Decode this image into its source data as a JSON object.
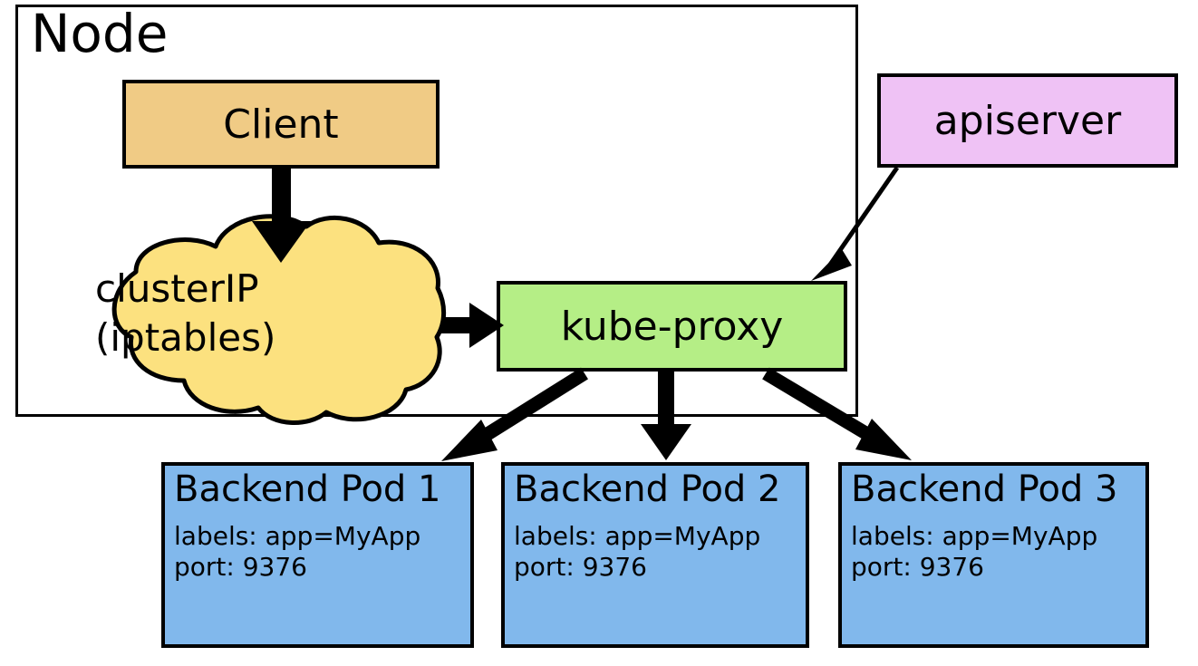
{
  "diagram": {
    "title_label": "Node",
    "colors": {
      "client_fill": "#F0CB85",
      "apiserver_fill": "#EFC2F5",
      "kubeproxy_fill": "#B5EE86",
      "cloud_fill": "#FCE17F",
      "pod_fill": "#81B8EC",
      "stroke": "#000000",
      "background": "#FFFFFF"
    },
    "nodes": {
      "client": {
        "label": "Client"
      },
      "apiserver": {
        "label": "apiserver"
      },
      "kube_proxy": {
        "label": "kube-proxy"
      },
      "cluster_ip": {
        "line1": "clusterIP",
        "line2": "(iptables)"
      }
    },
    "pods": [
      {
        "title": "Backend Pod 1",
        "labels": "labels: app=MyApp",
        "port": "port: 9376"
      },
      {
        "title": "Backend Pod 2",
        "labels": "labels: app=MyApp",
        "port": "port: 9376"
      },
      {
        "title": "Backend Pod 3",
        "labels": "labels: app=MyApp",
        "port": "port: 9376"
      }
    ],
    "edges": [
      {
        "from": "client",
        "to": "cluster_ip",
        "style": "thick-arrow"
      },
      {
        "from": "cluster_ip",
        "to": "kube_proxy",
        "style": "thick-arrow"
      },
      {
        "from": "apiserver",
        "to": "kube_proxy",
        "style": "thin-arrow"
      },
      {
        "from": "kube_proxy",
        "to": "pod_1",
        "style": "thick-arrow"
      },
      {
        "from": "kube_proxy",
        "to": "pod_2",
        "style": "thick-arrow"
      },
      {
        "from": "kube_proxy",
        "to": "pod_3",
        "style": "thick-arrow"
      }
    ]
  }
}
